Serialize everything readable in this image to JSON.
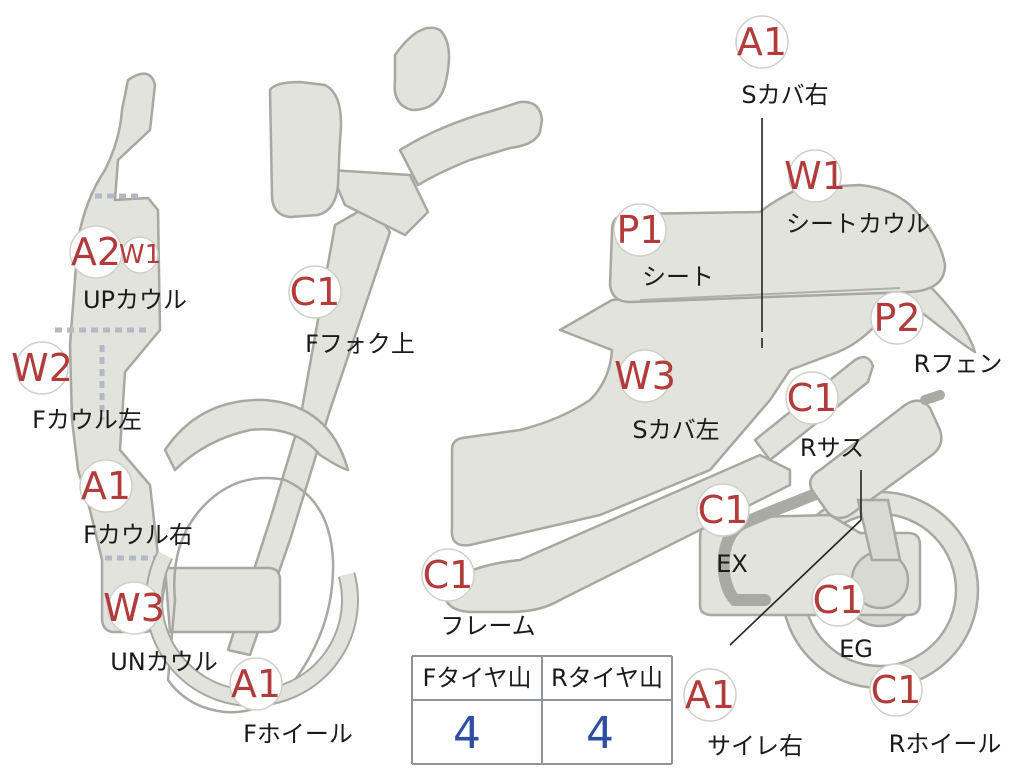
{
  "badges": [
    {
      "code": "A1",
      "label": "Sカバ右"
    },
    {
      "code": "W1",
      "label": "シートカウル"
    },
    {
      "code": "P1",
      "label": "シート"
    },
    {
      "code": "P2",
      "label": "Rフェン"
    },
    {
      "code": "W3",
      "label": "Sカバ左"
    },
    {
      "code": "C1",
      "label": "Rサス"
    },
    {
      "code": "C1",
      "label": "EX"
    },
    {
      "code": "C1",
      "label": "EG"
    },
    {
      "code": "C1",
      "label": "Rホイール"
    },
    {
      "code": "A1",
      "label": "サイレ右"
    },
    {
      "code": "C1",
      "label": "フレーム"
    },
    {
      "code": "C1",
      "label": "Fフォク上"
    },
    {
      "code": "A2",
      "label": "UPカウル"
    },
    {
      "code": "W1",
      "label": ""
    },
    {
      "code": "W2",
      "label": "Fカウル左"
    },
    {
      "code": "A1",
      "label": "Fカウル右"
    },
    {
      "code": "W3",
      "label": "UNカウル"
    },
    {
      "code": "A1",
      "label": "Fホイール"
    }
  ],
  "tread_table": {
    "headers": [
      "Fタイヤ山",
      "Rタイヤ山"
    ],
    "values": [
      "4",
      "4"
    ]
  }
}
